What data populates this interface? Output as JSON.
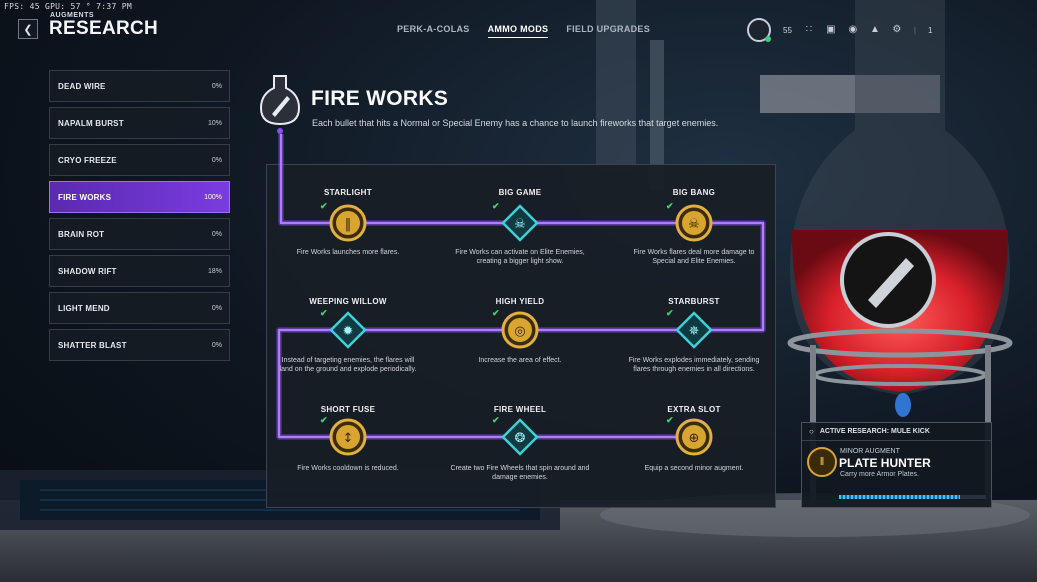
{
  "hud": {
    "fps_label": "FPS:",
    "fps_value": "45",
    "gpu_label": "GPU:",
    "gpu_value": "57",
    "time": "7:37 PM"
  },
  "header": {
    "breadcrumb": "AUGMENTS",
    "title": "RESEARCH",
    "back_icon": "chevron-left-icon"
  },
  "tabs": [
    {
      "label": "PERK-A-COLAS",
      "active": false
    },
    {
      "label": "AMMO MODS",
      "active": true
    },
    {
      "label": "FIELD UPGRADES",
      "active": false
    }
  ],
  "topbar": {
    "currency_value": "55",
    "player_count": "1",
    "icons": [
      "grid-icon",
      "lock-icon",
      "camera-icon",
      "bell-icon",
      "gear-icon"
    ]
  },
  "mods": [
    {
      "name": "DEAD WIRE",
      "percent": "0%",
      "selected": false
    },
    {
      "name": "NAPALM BURST",
      "percent": "10%",
      "selected": false
    },
    {
      "name": "CRYO FREEZE",
      "percent": "0%",
      "selected": false
    },
    {
      "name": "FIRE WORKS",
      "percent": "100%",
      "selected": true
    },
    {
      "name": "BRAIN ROT",
      "percent": "0%",
      "selected": false
    },
    {
      "name": "SHADOW RIFT",
      "percent": "18%",
      "selected": false
    },
    {
      "name": "LIGHT MEND",
      "percent": "0%",
      "selected": false
    },
    {
      "name": "SHATTER BLAST",
      "percent": "0%",
      "selected": false
    }
  ],
  "selected_mod": {
    "title": "FIRE WORKS",
    "description": "Each bullet that hits a Normal or Special Enemy has a chance to launch fireworks that target enemies."
  },
  "tree": [
    {
      "title": "STARLIGHT",
      "desc": "Fire Works launches more flares.",
      "kind": "gold",
      "icon": "bullets-icon"
    },
    {
      "title": "BIG GAME",
      "desc": "Fire Works can activate on Elite Enemies, creating a bigger light show.",
      "kind": "teal",
      "icon": "skull-icon"
    },
    {
      "title": "BIG BANG",
      "desc": "Fire Works flares deal more damage to Special and Elite Enemies.",
      "kind": "gold",
      "icon": "skull-icon"
    },
    {
      "title": "WEEPING WILLOW",
      "desc": "Instead of targeting enemies, the flares will land on the ground and explode periodically.",
      "kind": "teal",
      "icon": "burst-icon"
    },
    {
      "title": "HIGH YIELD",
      "desc": "Increase the area of effect.",
      "kind": "gold",
      "icon": "radius-icon"
    },
    {
      "title": "STARBURST",
      "desc": "Fire Works explodes immediately, sending flares through enemies in all directions.",
      "kind": "teal",
      "icon": "scatter-icon"
    },
    {
      "title": "SHORT FUSE",
      "desc": "Fire Works cooldown is reduced.",
      "kind": "gold",
      "icon": "thermometer-icon"
    },
    {
      "title": "FIRE WHEEL",
      "desc": "Create two Fire Wheels that spin around and damage enemies.",
      "kind": "teal",
      "icon": "wheel-icon"
    },
    {
      "title": "EXTRA SLOT",
      "desc": "Equip a second minor augment.",
      "kind": "gold",
      "icon": "plus-slots-icon"
    }
  ],
  "active_research": {
    "header": "ACTIVE RESEARCH: MULE KICK",
    "subtitle": "MINOR AUGMENT",
    "name": "PLATE HUNTER",
    "description": "Carry more Armor Plates.",
    "progress": 0.82
  },
  "colors": {
    "accent": "#7a3ce0",
    "wire": "#8a4dff",
    "gold": "#d8a630",
    "teal": "#2bb6c0",
    "check": "#3bd66e"
  }
}
